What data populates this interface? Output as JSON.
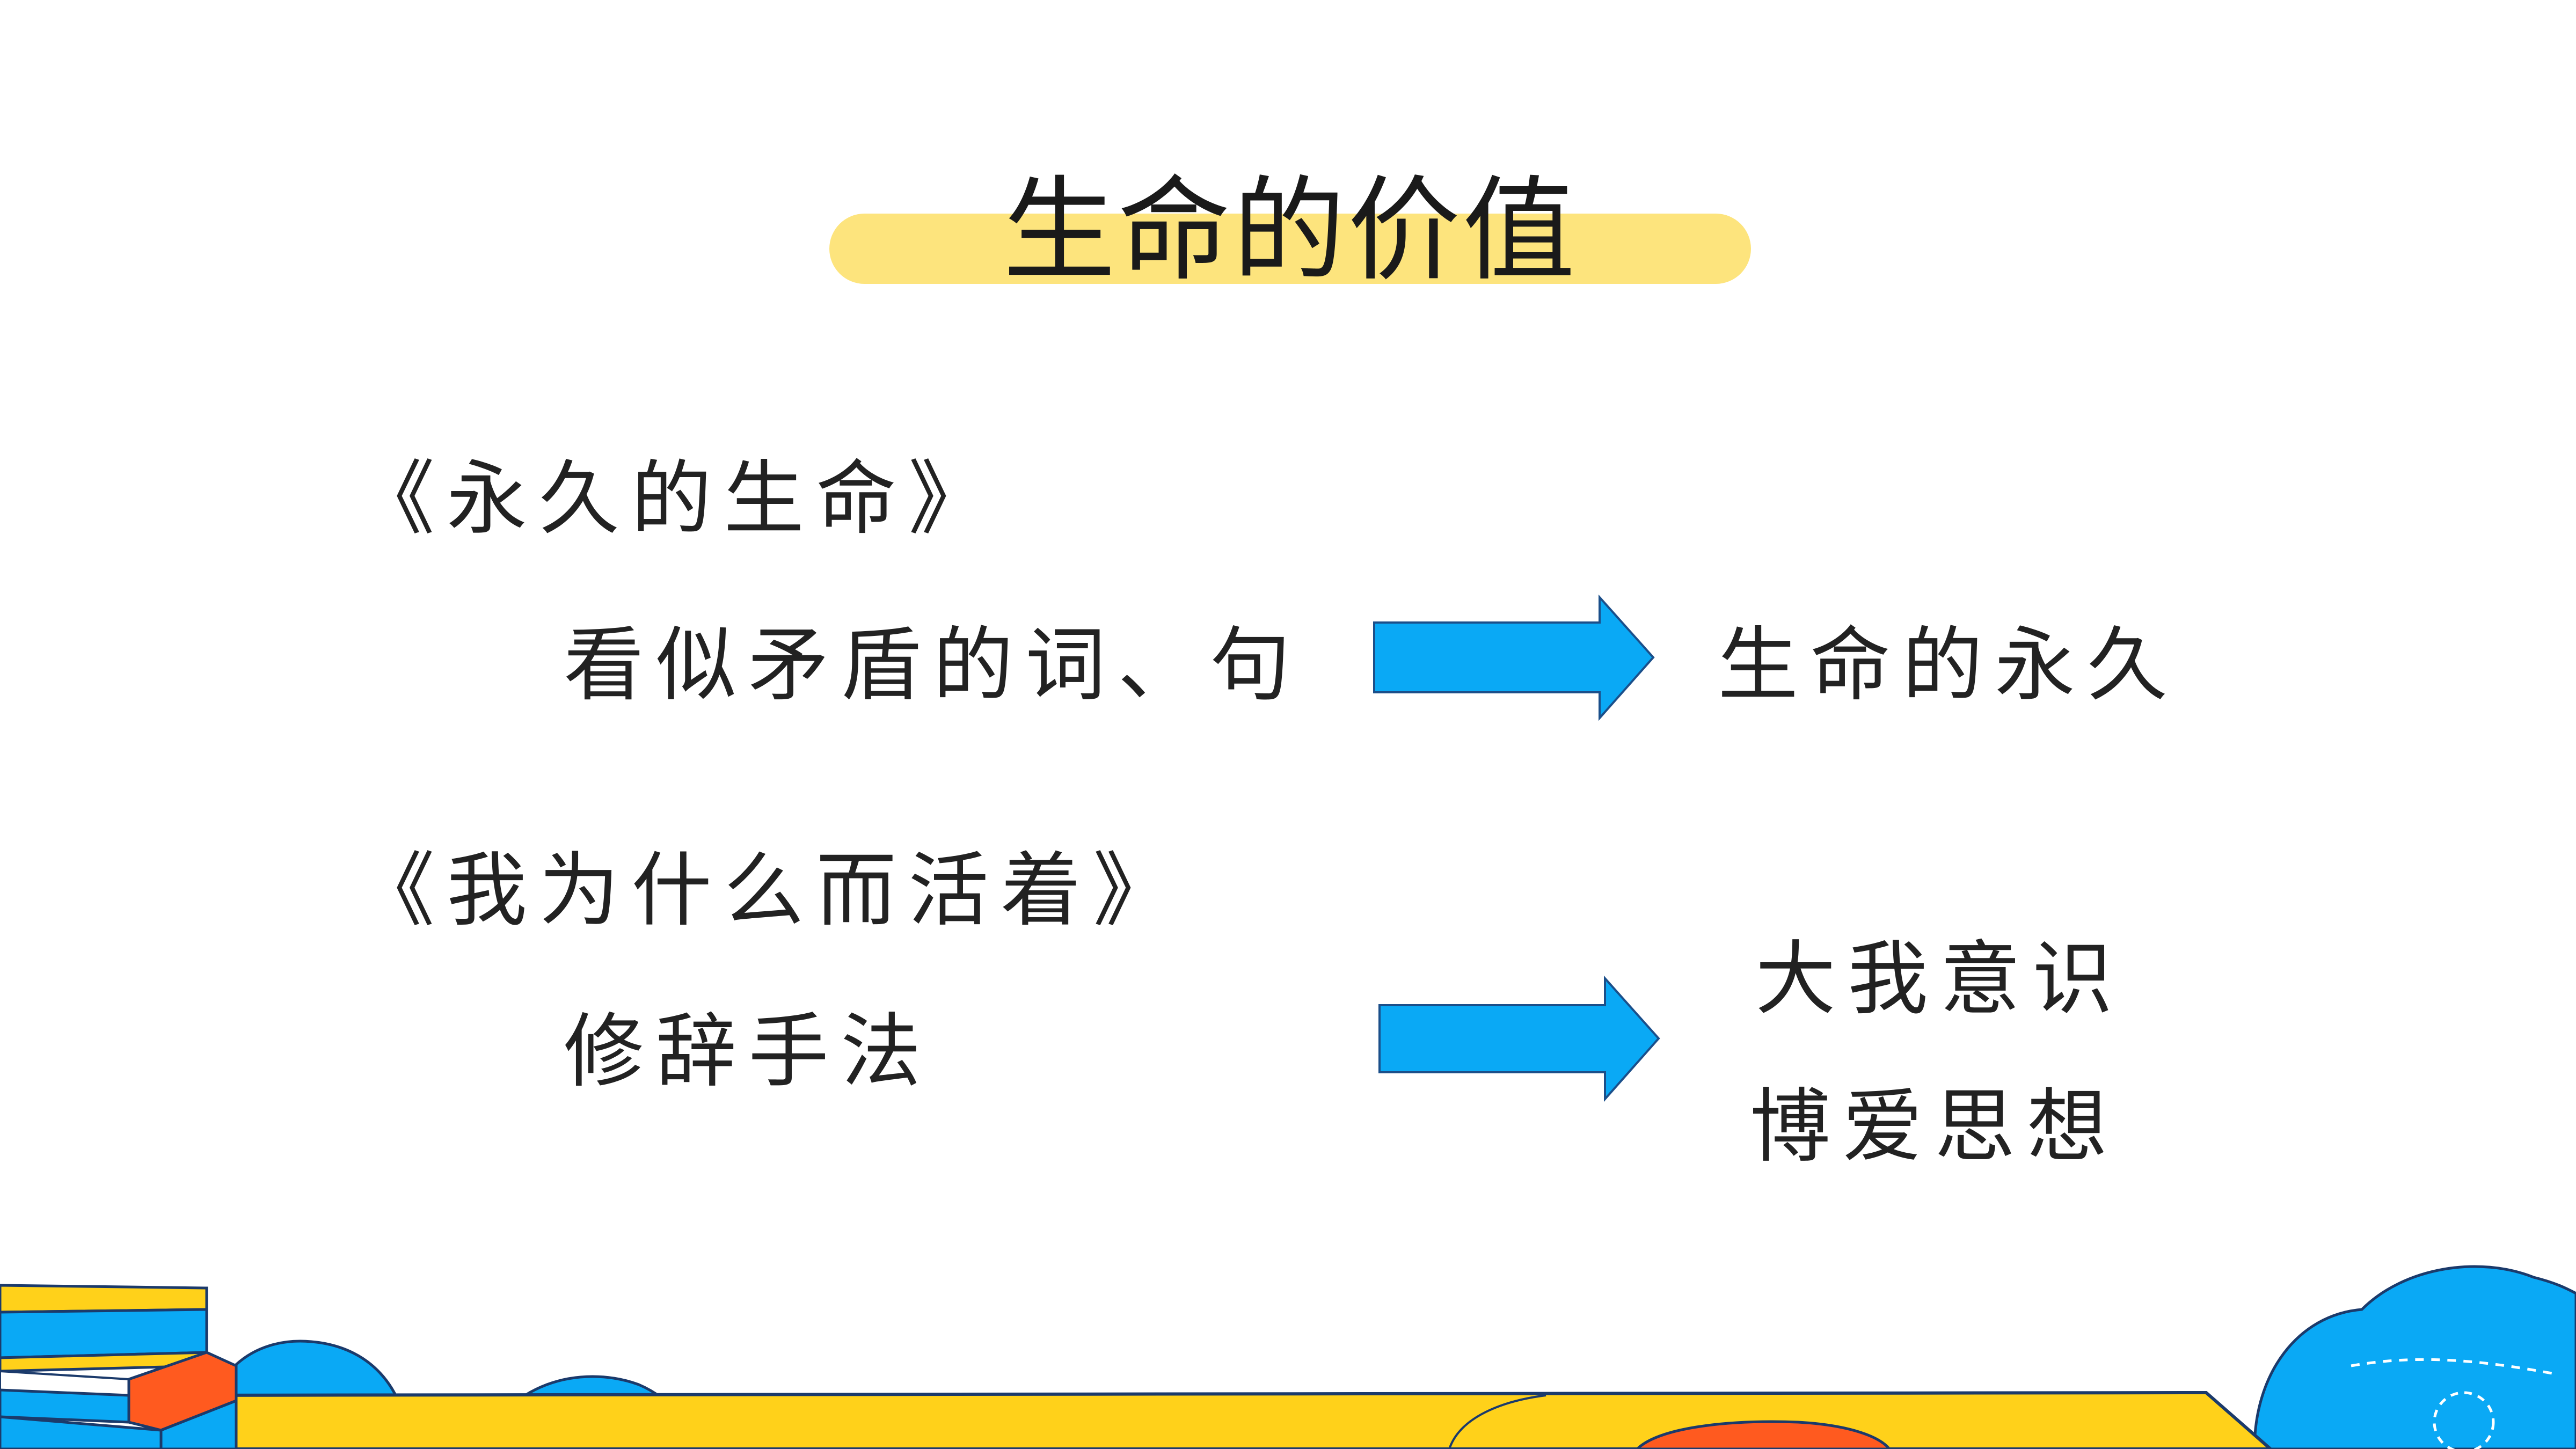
{
  "slide": {
    "title": "生命的价值",
    "section1": {
      "heading": "《永久的生命》",
      "left_text": "看似矛盾的词、句",
      "right_text": "生命的永久"
    },
    "section2": {
      "heading": "《我为什么而活着》",
      "left_text": "修辞手法",
      "right_line1": "大我意识",
      "right_line2": "博爱思想"
    }
  },
  "colors": {
    "title_bar": "#fde47d",
    "arrow": "#0aa9f5",
    "decor_yellow": "#ffd11a",
    "decor_blue": "#0aa9f5",
    "decor_orange": "#ff5a1f"
  },
  "icons": {
    "arrow1": "arrow-right-icon",
    "arrow2": "arrow-right-icon"
  }
}
